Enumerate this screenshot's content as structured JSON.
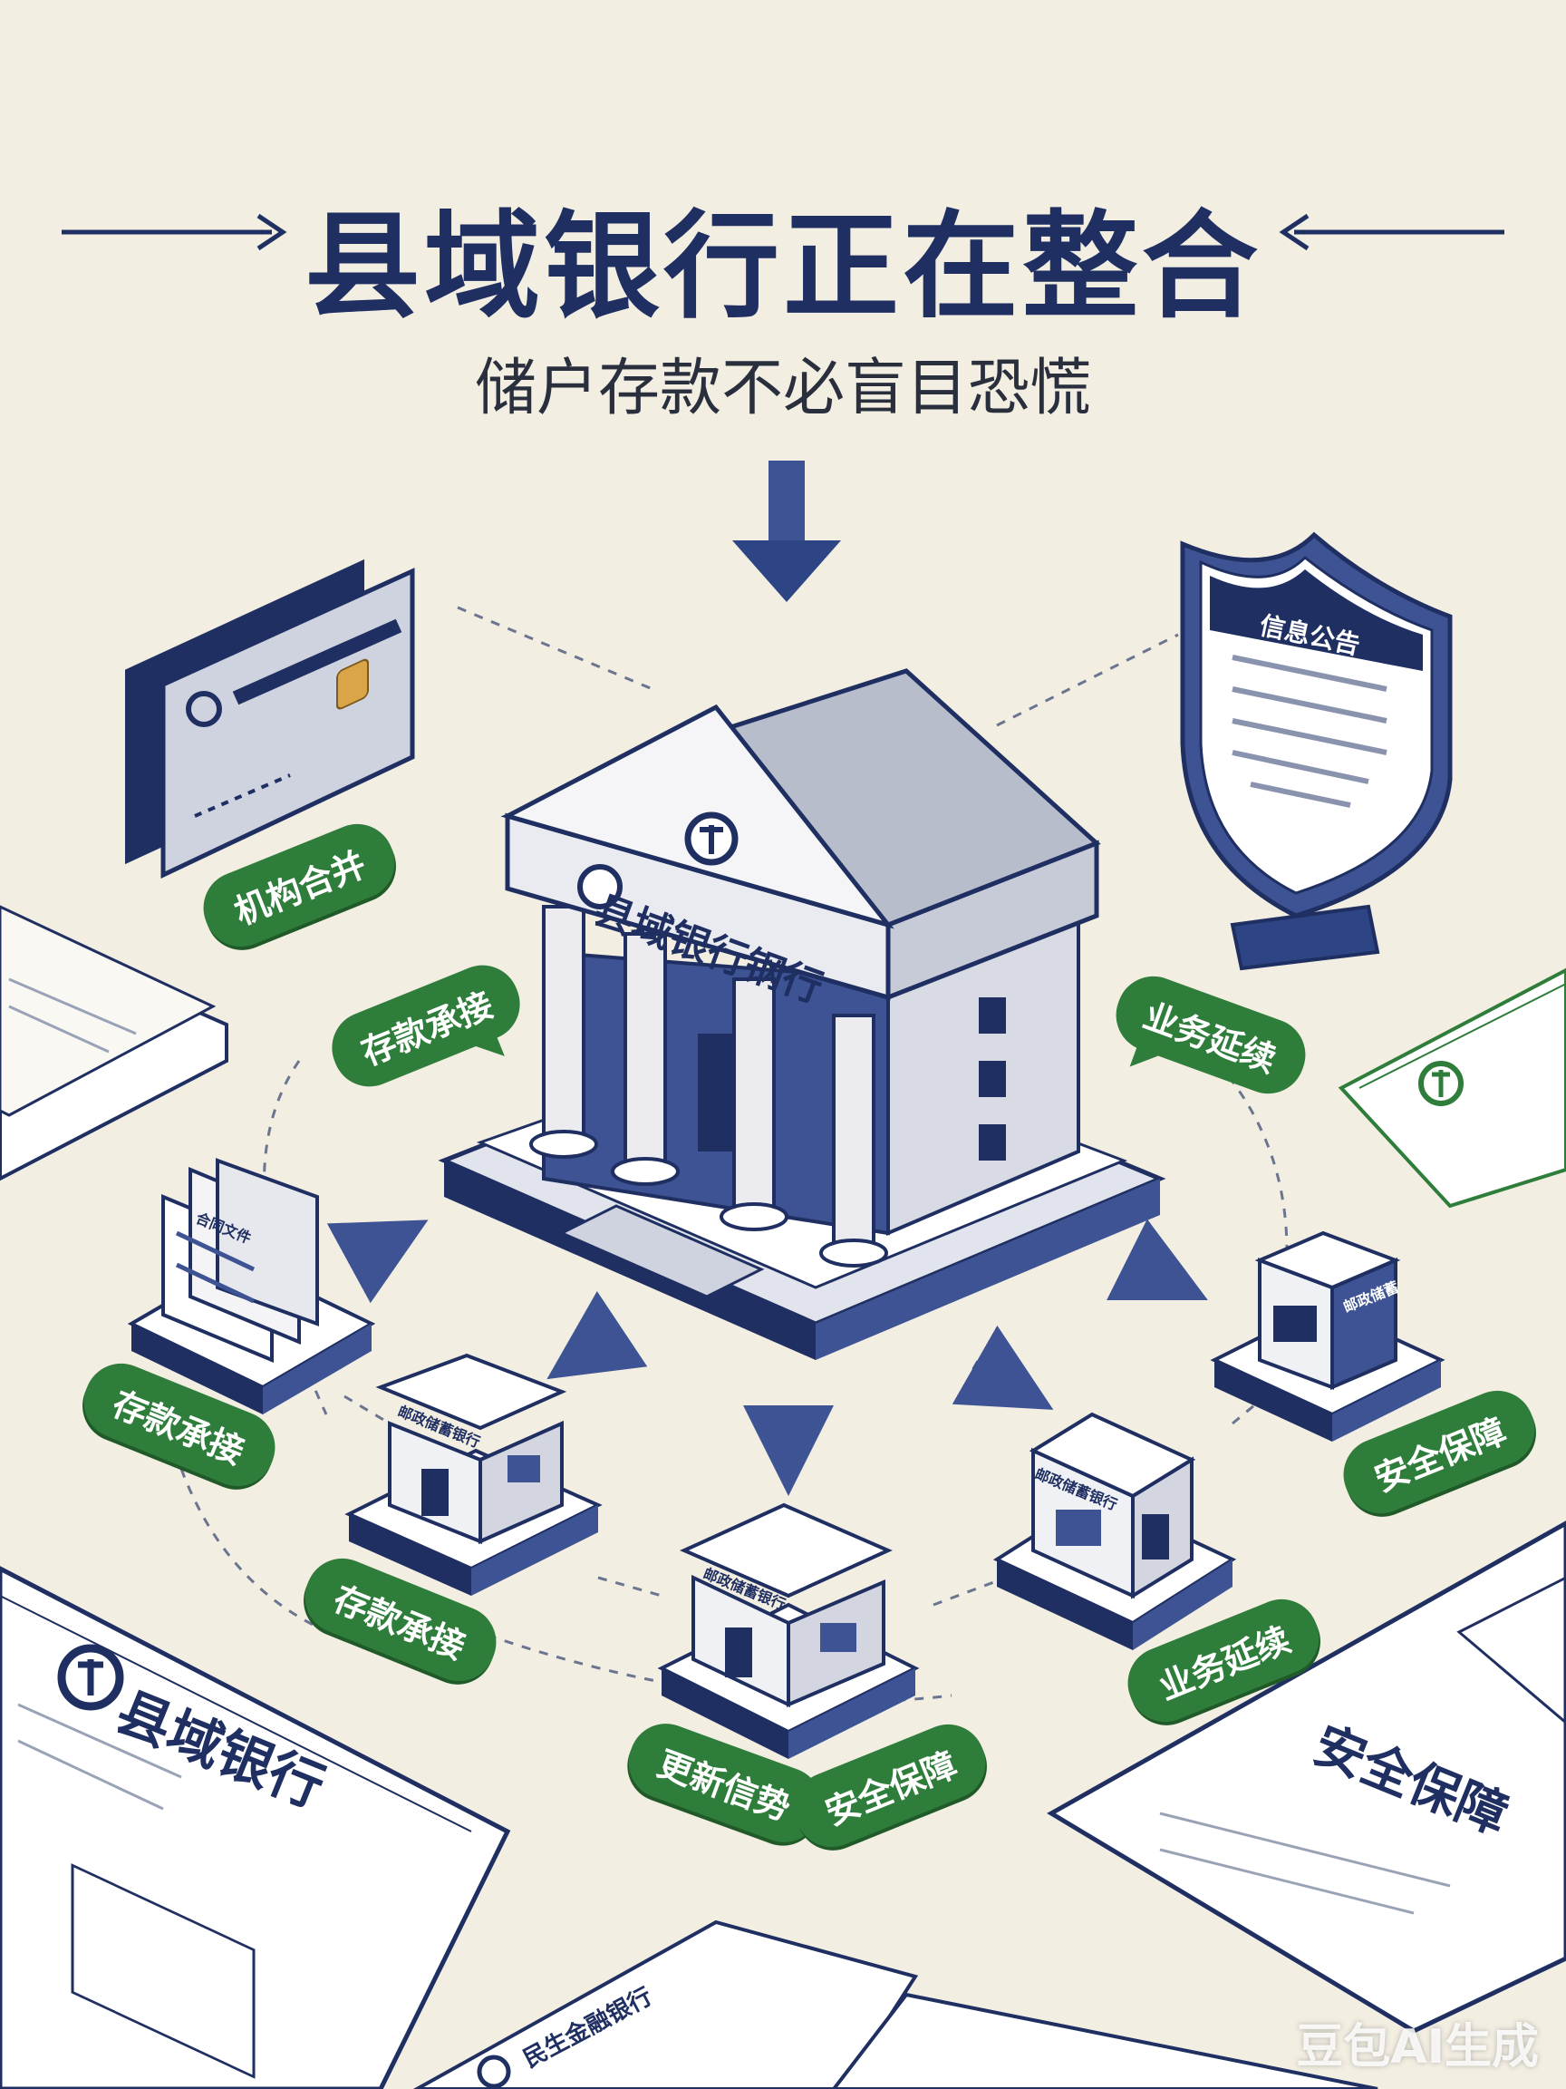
{
  "title": "县域银行正在整合",
  "subtitle": "储户存款不必盲目恐慌",
  "center_bank": {
    "sign": "县域银行钢行"
  },
  "shield": {
    "header": "信息公告"
  },
  "labels": {
    "card": "机构合并",
    "bubble_left": "存款承接",
    "bubble_right": "业务延续",
    "left_station": "存款承接",
    "left_branch": "存款承接",
    "mid_branch_a": "更新信势",
    "mid_branch_b": "安全保障",
    "right_branch": "业务延续",
    "right_kiosk": "安全保障"
  },
  "mini_signs": {
    "branch_left": "邮政储蓄银行",
    "branch_mid": "邮政储蓄银行",
    "branch_right": "邮政储蓄银行",
    "kiosk": "邮政储蓄",
    "station_doc": "合同文件"
  },
  "documents": {
    "bottom_left_title": "县域银行",
    "bottom_right_title": "安全保障",
    "bottom_center_title": "民生金融银行"
  },
  "watermark": "豆包AI生成",
  "colors": {
    "navy": "#1f2f62",
    "blue": "#3d5393",
    "green": "#2f7d3a",
    "paper": "#f3eee2",
    "gray": "#c9ccd6"
  }
}
